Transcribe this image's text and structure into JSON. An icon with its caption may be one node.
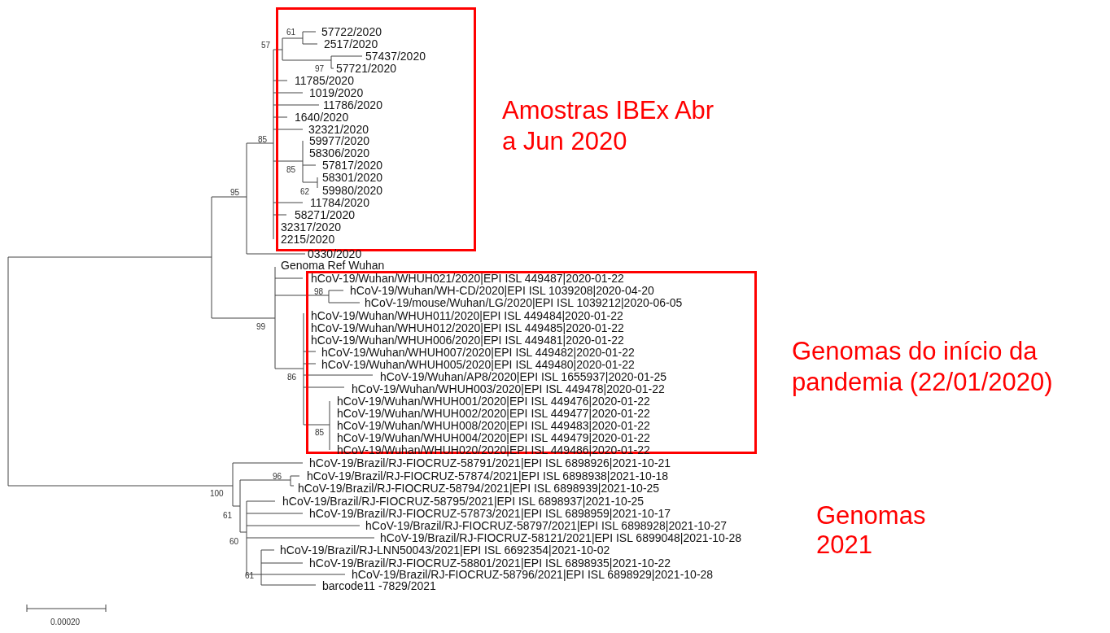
{
  "diagram": {
    "nodes": [
      {
        "text": [],
        "shape": "box",
        "beside": [
          "Amostras IBEx Abr a Jun 2020"
        ]
      },
      {
        "text": [],
        "shape": "box",
        "beside": [
          "Genomas do início da pandemia (22/01/2020)"
        ]
      }
    ],
    "labels": [
      "61",
      "57722/2020",
      "57",
      "2517/2020",
      "57437/2020",
      "97",
      "57721/2020",
      "11785/2020",
      "1019/2020",
      "11786/2020",
      "1640/2020",
      "32321/2020",
      "85",
      "59977/2020",
      "58306/2020",
      "57817/2020",
      "85",
      "58301/2020",
      "62",
      "59980/2020",
      "95",
      "11784/2020",
      "58271/2020",
      "32317/2020",
      "2215/2020",
      "0330/2020",
      "Genoma Ref Wuhan",
      "hCoV-19/Wuhan/WHUH021/2020|EPI ISL 449487|2020-01-22",
      "98",
      "hCoV-19/Wuhan/WH-CD/2020|EPI ISL 1039208|2020-04-20",
      "hCoV-19/mouse/Wuhan/LG/2020|EPI ISL 1039212|2020-06-05",
      "hCoV-19/Wuhan/WHUH011/2020|EPI ISL 449484|2020-01-22",
      "99",
      "hCoV-19/Wuhan/WHUH012/2020|EPI ISL 449485|2020-01-22",
      "hCoV-19/Wuhan/WHUH006/2020|EPI ISL 449481|2020-01-22",
      "hCoV-19/Wuhan/WHUH007/2020|EPI ISL 449482|2020-01-22",
      "hCoV-19/Wuhan/WHUH005/2020|EPI ISL 449480|2020-01-22",
      "86",
      "hCoV-19/Wuhan/AP8/2020|EPI ISL 1655937|2020-01-25",
      "hCoV-19/Wuhan/WHUH003/2020|EPI ISL 449478|2020-01-22",
      "hCoV-19/Wuhan/WHUH001/2020|EPI ISL 449476|2020-01-22",
      "hCoV-19/Wuhan/WHUH002/2020|EPI ISL 449477|2020-01-22",
      "hCoV-19/Wuhan/WHUH008/2020|EPI ISL 449483|2020-01-22",
      "85",
      "hCoV-19/Wuhan/WHUH004/2020|EPI ISL 449479|2020-01-22",
      "hCoV-19/Wuhan/WHUH020/2020|EPI ISL 449486|2020-01-22",
      "hCoV-19/Brazil/RJ-FIOCRUZ-58791/2021|EPI ISL 6898926|2021-10-21",
      "96",
      "hCoV-19/Brazil/RJ-FIOCRUZ-57874/2021|EPI ISL 6898938|2021-10-18",
      "hCoV-19/Brazil/RJ-FIOCRUZ-58794/2021|EPI ISL 6898939|2021-10-25",
      "100",
      "hCoV-19/Brazil/RJ-FIOCRUZ-58795/2021|EPI ISL 6898937|2021-10-25",
      "61",
      "hCoV-19/Brazil/RJ-FIOCRUZ-57873/2021|EPI ISL 6898959|2021-10-17",
      "hCoV-19/Brazil/RJ-FIOCRUZ-58797/2021|EPI ISL 6898928|2021-10-27",
      "hCoV-19/Brazil/RJ-FIOCRUZ-58121/2021|EPI ISL 6899048|2021-10-28",
      "60",
      "hCoV-19/Brazil/RJ-LNN50043/2021|EPI ISL 6692354|2021-10-02",
      "hCoV-19/Brazil/RJ-FIOCRUZ-58801/2021|EPI ISL 6898935|2021-10-22",
      "61",
      "hCoV-19/Brazil/RJ-FIOCRUZ-58796/2021|EPI ISL 6898929|2021-10-28",
      "barcode11 -7829/2021",
      "Genomas 2021",
      "0.00020"
    ]
  }
}
